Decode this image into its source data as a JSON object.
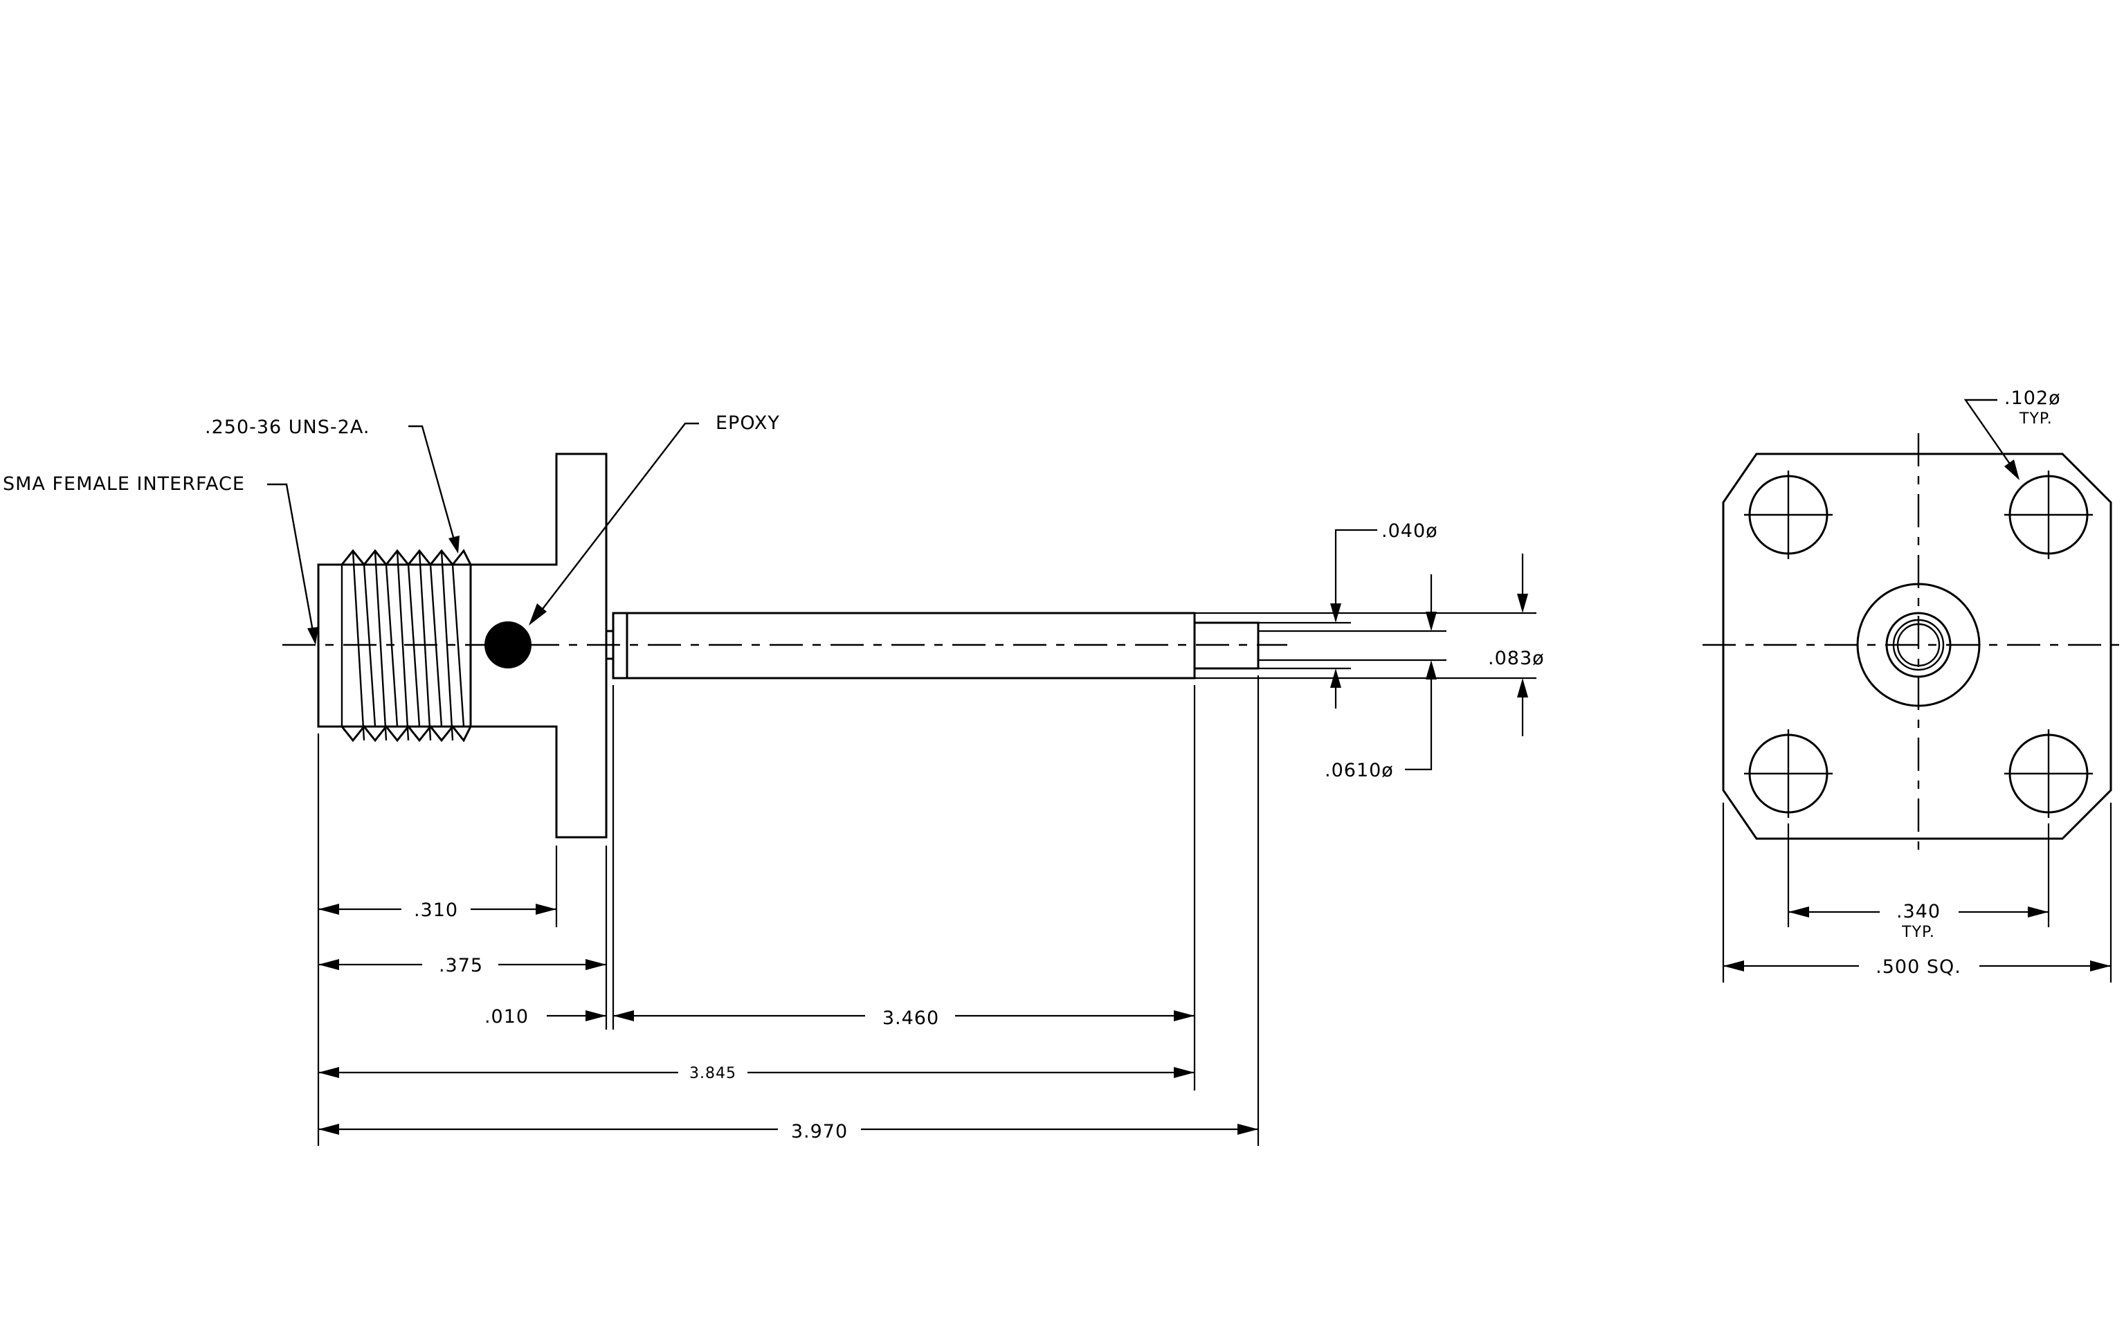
{
  "callouts": {
    "sma_interface": "SMA FEMALE INTERFACE",
    "thread_spec": ".250-36 UNS-2A.",
    "epoxy": "EPOXY",
    "pin_dia_040": ".040ø",
    "pin_dia_083": ".083ø",
    "pin_dia_0610": ".0610ø",
    "hole_dia": ".102ø",
    "hole_dia_typ": "TYP."
  },
  "dimensions": {
    "d_310": ".310",
    "d_375": ".375",
    "d_010": ".010",
    "d_3460": "3.460",
    "d_3845": "3.845",
    "d_3970": "3.970",
    "d_340": ".340",
    "d_340_typ": "TYP.",
    "d_500sq": ".500 SQ."
  }
}
